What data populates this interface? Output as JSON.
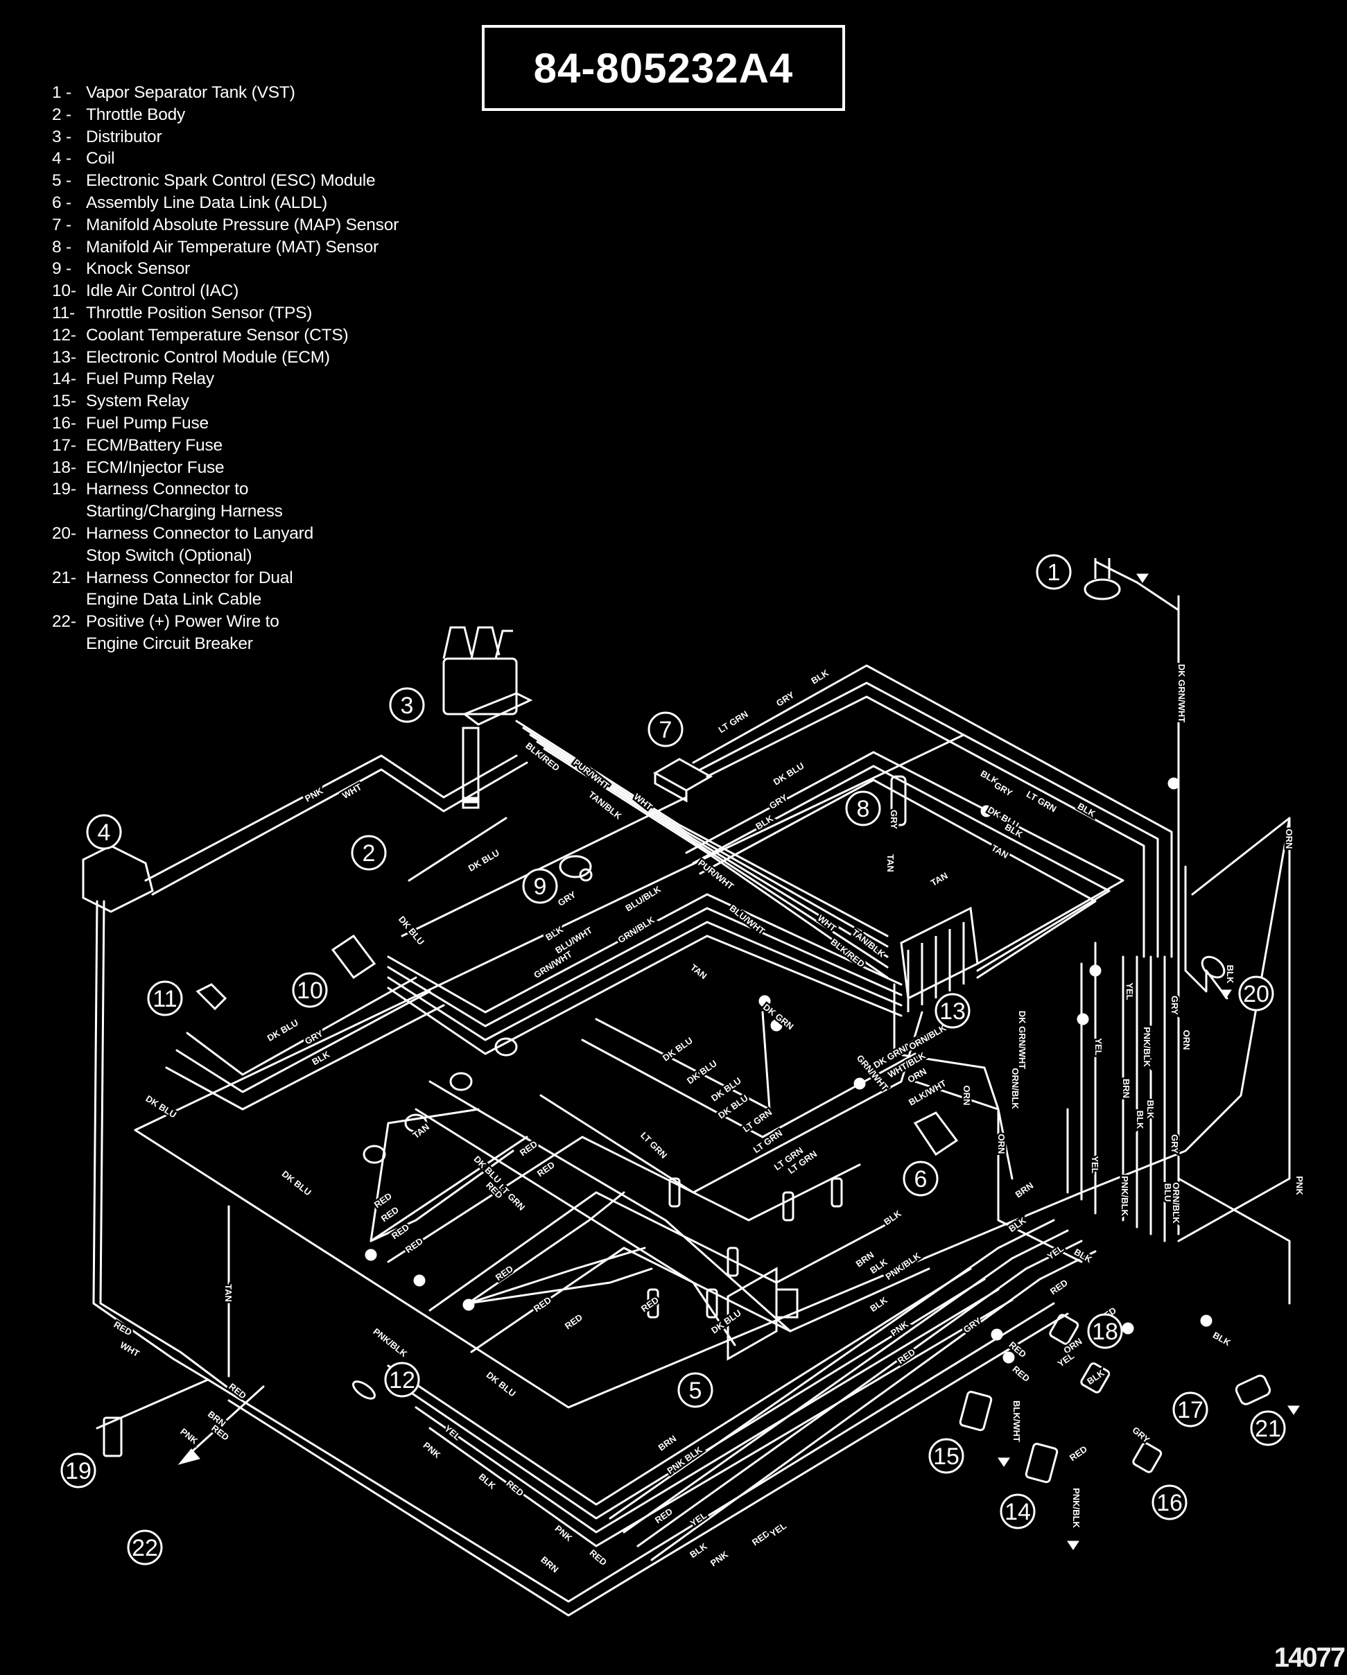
{
  "part_number": "84-805232A4",
  "figure_number": "14077",
  "legend": [
    {
      "num": "1 -",
      "text": "Vapor Separator Tank (VST)"
    },
    {
      "num": "2 -",
      "text": "Throttle Body"
    },
    {
      "num": "3 -",
      "text": "Distributor"
    },
    {
      "num": "4 -",
      "text": "Coil"
    },
    {
      "num": "5 -",
      "text": "Electronic Spark Control (ESC) Module"
    },
    {
      "num": "6 -",
      "text": "Assembly Line Data Link (ALDL)"
    },
    {
      "num": "7 -",
      "text": "Manifold Absolute Pressure (MAP) Sensor"
    },
    {
      "num": "8 -",
      "text": "Manifold Air Temperature (MAT) Sensor"
    },
    {
      "num": "9 -",
      "text": "Knock Sensor"
    },
    {
      "num": "10-",
      "text": "Idle Air Control (IAC)"
    },
    {
      "num": "11-",
      "text": "Throttle Position Sensor (TPS)"
    },
    {
      "num": "12-",
      "text": "Coolant Temperature Sensor (CTS)"
    },
    {
      "num": "13-",
      "text": "Electronic Control Module (ECM)"
    },
    {
      "num": "14-",
      "text": "Fuel Pump Relay"
    },
    {
      "num": "15-",
      "text": "System Relay"
    },
    {
      "num": "16-",
      "text": "Fuel Pump Fuse"
    },
    {
      "num": "17-",
      "text": "ECM/Battery Fuse"
    },
    {
      "num": "18-",
      "text": "ECM/Injector Fuse"
    },
    {
      "num": "19-",
      "text": "Harness Connector to",
      "text2": "Starting/Charging Harness"
    },
    {
      "num": "20-",
      "text": "Harness Connector to Lanyard",
      "text2": "Stop Switch (Optional)"
    },
    {
      "num": "21-",
      "text": "Harness Connector for Dual",
      "text2": "Engine Data Link Cable"
    },
    {
      "num": "22-",
      "text": "Positive (+) Power Wire to",
      "text2": "Engine Circuit Breaker"
    }
  ],
  "callouts": [
    "1",
    "2",
    "3",
    "4",
    "5",
    "6",
    "7",
    "8",
    "9",
    "10",
    "11",
    "12",
    "13",
    "14",
    "15",
    "16",
    "17",
    "18",
    "19",
    "20",
    "21",
    "22"
  ],
  "wire_labels": [
    "PNK",
    "WHT",
    "BLK/RED",
    "PUR/WHT",
    "WHT",
    "TAN/BLK",
    "LT GRN",
    "GRY",
    "BLK",
    "DK BLU",
    "GRY",
    "BLK",
    "BLK",
    "GRY",
    "LT GRN",
    "BLK",
    "DK BLU",
    "BLK",
    "TAN",
    "TAN",
    "TAN",
    "GRY",
    "DK BLU",
    "DK BLU",
    "GRY",
    "BLK",
    "BLU/WHT",
    "BLU/BLK",
    "GRN/WHT",
    "GRN/BLK",
    "PUR/WHT",
    "WHT",
    "BLU/WHT",
    "TAN/BLK",
    "BLK/RED",
    "DK BLU",
    "GRY",
    "BLK",
    "TAN",
    "TAN",
    "DK GRN",
    "DK BLU",
    "DK BLU",
    "DK BLU",
    "DK BLU",
    "LT GRN",
    "LT GRN",
    "LT GRN",
    "LT GRN",
    "GRN/WHT",
    "LT GRN",
    "RED",
    "RED",
    "DK BLU",
    "LT GRN",
    "RED",
    "RED",
    "RED",
    "RED",
    "RED",
    "RED",
    "RED",
    "RED",
    "RED",
    "DK BLU",
    "DK BLU",
    "PNK/BLK",
    "DK BLU",
    "TAN",
    "RED",
    "WHT",
    "RED",
    "RED",
    "BRN",
    "PNK",
    "YEL",
    "PNK",
    "BLK",
    "RED",
    "PNK",
    "RED",
    "BRN",
    "DK BLU",
    "BRN",
    "PNK BLK",
    "BLK",
    "BRN",
    "PNK/BLK",
    "RED",
    "YEL",
    "BLK",
    "PNK",
    "RED",
    "YEL",
    "BLK",
    "PNK",
    "RED",
    "DK GRN/WHT",
    "WHT/BLK",
    "ORN/BLK",
    "ORN",
    "BLK/WHT",
    "DK GRN/WHT",
    "ORN",
    "ORN",
    "ORN/BLK",
    "YEL",
    "YEL",
    "BRN",
    "PNK/BLK",
    "BLK",
    "GRY",
    "BLK",
    "YEL",
    "PNK/BLK",
    "BLU",
    "GRY",
    "ORN/BLK",
    "ORN",
    "ORN",
    "PNK",
    "BLK",
    "DK GRN/WHT",
    "BLK",
    "BRN",
    "BLK",
    "YEL",
    "BLK",
    "RED",
    "GRY",
    "ORN",
    "RED",
    "RED",
    "RED",
    "YEL",
    "BLK",
    "BLK/WHT",
    "PNK/BLK",
    "RED",
    "BLK",
    "GRY"
  ]
}
